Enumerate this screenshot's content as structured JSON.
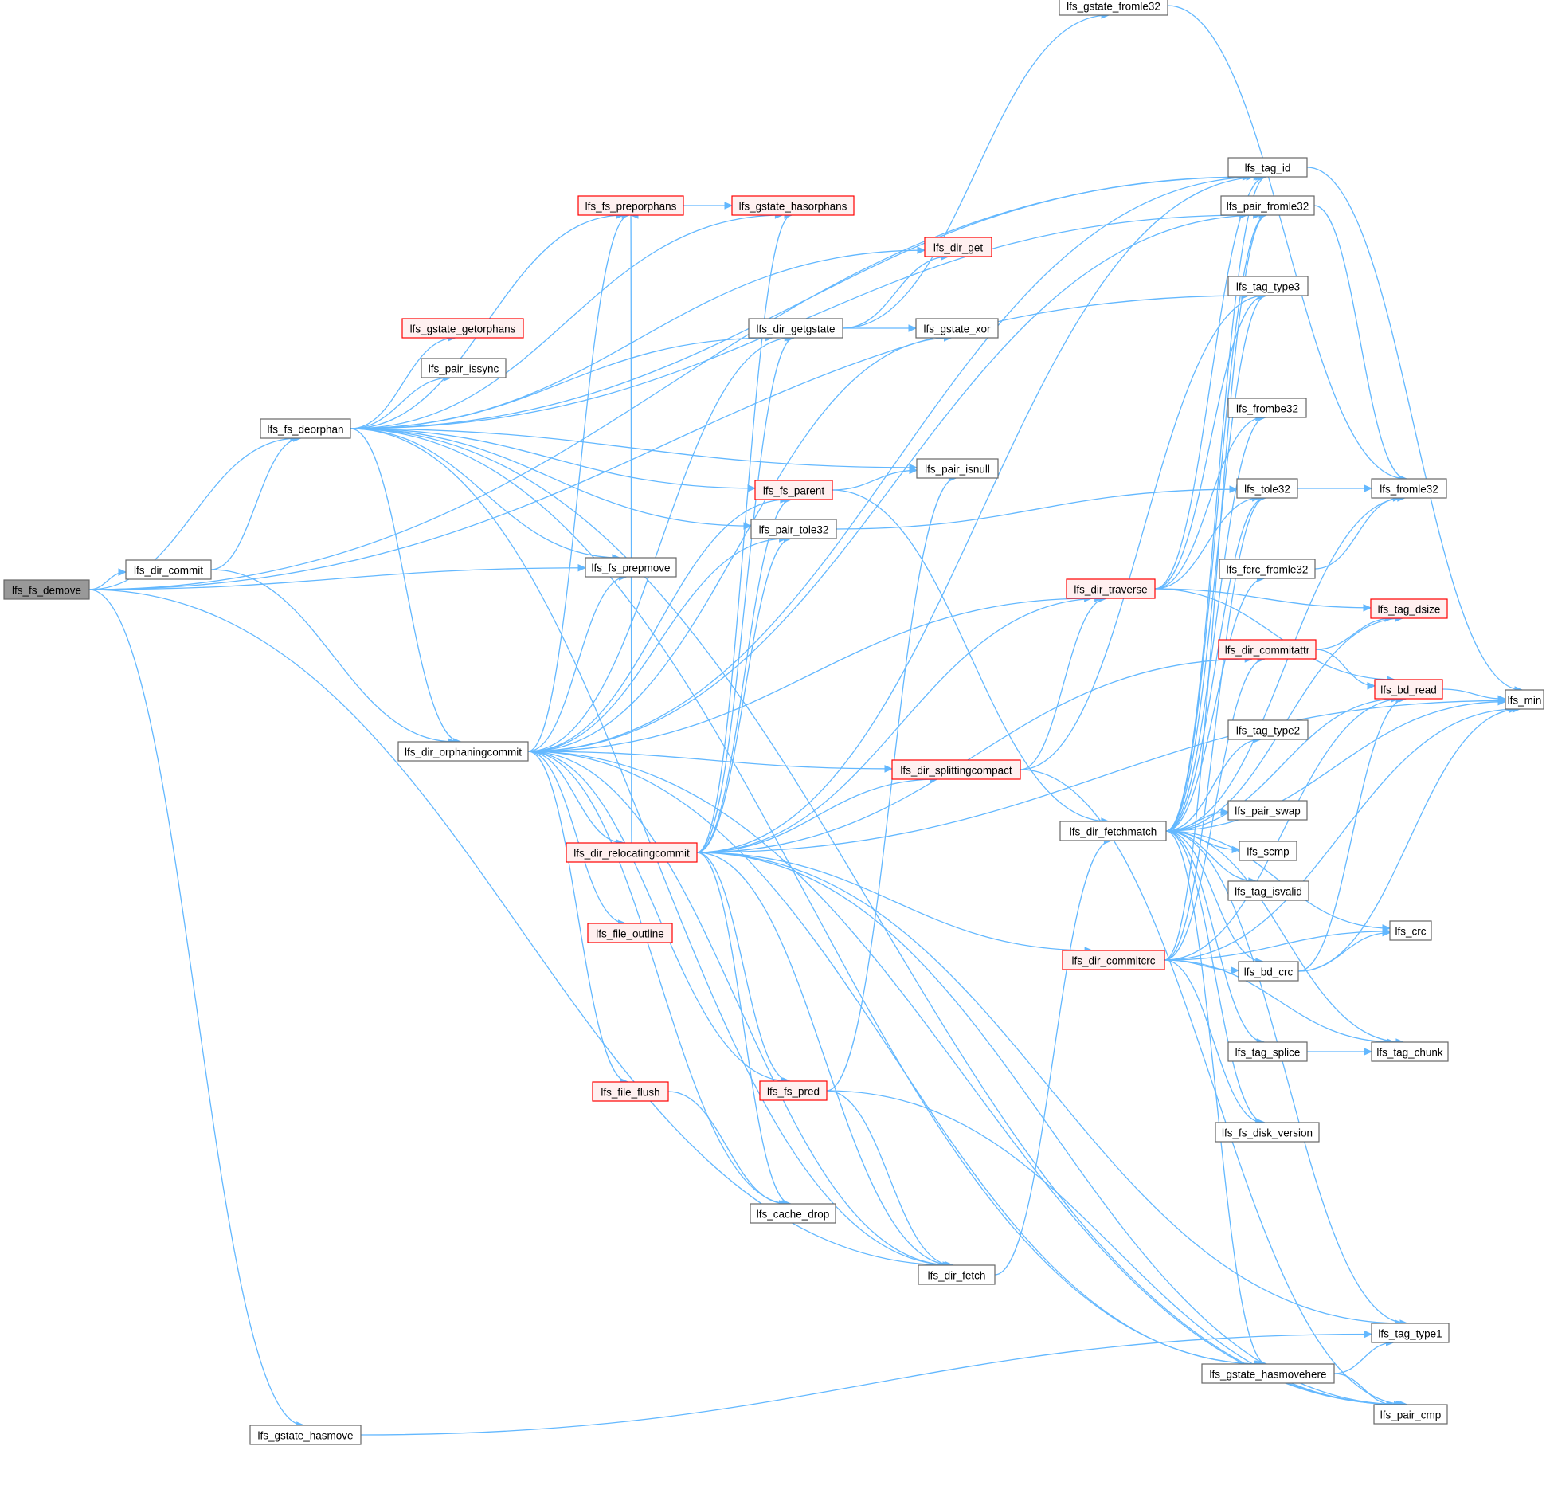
{
  "colors": {
    "edge": "#63b8ff",
    "node_border": "#666666",
    "node_border_incomplete": "#ff0000",
    "root_fill": "#999999"
  },
  "nodes": [
    {
      "id": "lfs_fs_demove",
      "label": "lfs_fs_demove",
      "style": "root"
    },
    {
      "id": "lfs_dir_commit",
      "label": "lfs_dir_commit",
      "style": "normal"
    },
    {
      "id": "lfs_fs_deorphan",
      "label": "lfs_fs_deorphan",
      "style": "normal"
    },
    {
      "id": "lfs_dir_orphaningcommit",
      "label": "lfs_dir_orphaningcommit",
      "style": "normal"
    },
    {
      "id": "lfs_gstate_hasmove",
      "label": "lfs_gstate_hasmove",
      "style": "normal"
    },
    {
      "id": "lfs_fs_preporphans",
      "label": "lfs_fs_preporphans",
      "style": "red"
    },
    {
      "id": "lfs_gstate_hasorphans",
      "label": "lfs_gstate_hasorphans",
      "style": "red"
    },
    {
      "id": "lfs_gstate_getorphans",
      "label": "lfs_gstate_getorphans",
      "style": "red"
    },
    {
      "id": "lfs_pair_issync",
      "label": "lfs_pair_issync",
      "style": "normal"
    },
    {
      "id": "lfs_fs_prepmove",
      "label": "lfs_fs_prepmove",
      "style": "normal"
    },
    {
      "id": "lfs_dir_getgstate",
      "label": "lfs_dir_getgstate",
      "style": "normal"
    },
    {
      "id": "lfs_fs_parent",
      "label": "lfs_fs_parent",
      "style": "red"
    },
    {
      "id": "lfs_pair_tole32",
      "label": "lfs_pair_tole32",
      "style": "normal"
    },
    {
      "id": "lfs_dir_relocatingcommit",
      "label": "lfs_dir_relocatingcommit",
      "style": "red"
    },
    {
      "id": "lfs_file_outline",
      "label": "lfs_file_outline",
      "style": "red"
    },
    {
      "id": "lfs_file_flush",
      "label": "lfs_file_flush",
      "style": "red"
    },
    {
      "id": "lfs_fs_pred",
      "label": "lfs_fs_pred",
      "style": "red"
    },
    {
      "id": "lfs_cache_drop",
      "label": "lfs_cache_drop",
      "style": "normal"
    },
    {
      "id": "lfs_gstate_fromle32",
      "label": "lfs_gstate_fromle32",
      "style": "normal"
    },
    {
      "id": "lfs_dir_get",
      "label": "lfs_dir_get",
      "style": "red"
    },
    {
      "id": "lfs_gstate_xor",
      "label": "lfs_gstate_xor",
      "style": "normal"
    },
    {
      "id": "lfs_pair_isnull",
      "label": "lfs_pair_isnull",
      "style": "normal"
    },
    {
      "id": "lfs_dir_traverse",
      "label": "lfs_dir_traverse",
      "style": "red"
    },
    {
      "id": "lfs_dir_splittingcompact",
      "label": "lfs_dir_splittingcompact",
      "style": "red"
    },
    {
      "id": "lfs_dir_fetchmatch",
      "label": "lfs_dir_fetchmatch",
      "style": "normal"
    },
    {
      "id": "lfs_dir_commitcrc",
      "label": "lfs_dir_commitcrc",
      "style": "red"
    },
    {
      "id": "lfs_dir_fetch",
      "label": "lfs_dir_fetch",
      "style": "normal"
    },
    {
      "id": "lfs_gstate_hasmovehere",
      "label": "lfs_gstate_hasmovehere",
      "style": "normal"
    },
    {
      "id": "lfs_tag_id",
      "label": "lfs_tag_id",
      "style": "normal"
    },
    {
      "id": "lfs_pair_fromle32",
      "label": "lfs_pair_fromle32",
      "style": "normal"
    },
    {
      "id": "lfs_tag_type3",
      "label": "lfs_tag_type3",
      "style": "normal"
    },
    {
      "id": "lfs_frombe32",
      "label": "lfs_frombe32",
      "style": "normal"
    },
    {
      "id": "lfs_tole32",
      "label": "lfs_tole32",
      "style": "normal"
    },
    {
      "id": "lfs_fcrc_fromle32",
      "label": "lfs_fcrc_fromle32",
      "style": "normal"
    },
    {
      "id": "lfs_dir_commitattr",
      "label": "lfs_dir_commitattr",
      "style": "red"
    },
    {
      "id": "lfs_tag_type2",
      "label": "lfs_tag_type2",
      "style": "normal"
    },
    {
      "id": "lfs_pair_swap",
      "label": "lfs_pair_swap",
      "style": "normal"
    },
    {
      "id": "lfs_scmp",
      "label": "lfs_scmp",
      "style": "normal"
    },
    {
      "id": "lfs_tag_isvalid",
      "label": "lfs_tag_isvalid",
      "style": "normal"
    },
    {
      "id": "lfs_bd_crc",
      "label": "lfs_bd_crc",
      "style": "normal"
    },
    {
      "id": "lfs_tag_splice",
      "label": "lfs_tag_splice",
      "style": "normal"
    },
    {
      "id": "lfs_fs_disk_version",
      "label": "lfs_fs_disk_version",
      "style": "normal"
    },
    {
      "id": "lfs_fromle32",
      "label": "lfs_fromle32",
      "style": "normal"
    },
    {
      "id": "lfs_tag_dsize",
      "label": "lfs_tag_dsize",
      "style": "red"
    },
    {
      "id": "lfs_bd_read",
      "label": "lfs_bd_read",
      "style": "red"
    },
    {
      "id": "lfs_crc",
      "label": "lfs_crc",
      "style": "normal"
    },
    {
      "id": "lfs_tag_chunk",
      "label": "lfs_tag_chunk",
      "style": "normal"
    },
    {
      "id": "lfs_tag_type1",
      "label": "lfs_tag_type1",
      "style": "normal"
    },
    {
      "id": "lfs_pair_cmp",
      "label": "lfs_pair_cmp",
      "style": "normal"
    },
    {
      "id": "lfs_min",
      "label": "lfs_min",
      "style": "normal"
    }
  ],
  "edges": [
    [
      "lfs_fs_demove",
      "lfs_dir_commit"
    ],
    [
      "lfs_fs_demove",
      "lfs_fs_deorphan"
    ],
    [
      "lfs_fs_demove",
      "lfs_fs_prepmove"
    ],
    [
      "lfs_fs_demove",
      "lfs_tag_id"
    ],
    [
      "lfs_fs_demove",
      "lfs_tag_type3"
    ],
    [
      "lfs_fs_demove",
      "lfs_dir_fetch"
    ],
    [
      "lfs_fs_demove",
      "lfs_gstate_hasmove"
    ],
    [
      "lfs_dir_commit",
      "lfs_fs_deorphan"
    ],
    [
      "lfs_dir_commit",
      "lfs_dir_orphaningcommit"
    ],
    [
      "lfs_fs_deorphan",
      "lfs_fs_preporphans"
    ],
    [
      "lfs_fs_deorphan",
      "lfs_gstate_hasorphans"
    ],
    [
      "lfs_fs_deorphan",
      "lfs_tag_id"
    ],
    [
      "lfs_fs_deorphan",
      "lfs_pair_fromle32"
    ],
    [
      "lfs_fs_deorphan",
      "lfs_dir_get"
    ],
    [
      "lfs_fs_deorphan",
      "lfs_gstate_getorphans"
    ],
    [
      "lfs_fs_deorphan",
      "lfs_pair_issync"
    ],
    [
      "lfs_fs_deorphan",
      "lfs_dir_getgstate"
    ],
    [
      "lfs_fs_deorphan",
      "lfs_pair_isnull"
    ],
    [
      "lfs_fs_deorphan",
      "lfs_fs_parent"
    ],
    [
      "lfs_fs_deorphan",
      "lfs_pair_tole32"
    ],
    [
      "lfs_fs_deorphan",
      "lfs_fs_prepmove"
    ],
    [
      "lfs_fs_deorphan",
      "lfs_dir_orphaningcommit"
    ],
    [
      "lfs_fs_deorphan",
      "lfs_dir_fetch"
    ],
    [
      "lfs_fs_deorphan",
      "lfs_gstate_hasmovehere"
    ],
    [
      "lfs_fs_deorphan",
      "lfs_pair_cmp"
    ],
    [
      "lfs_dir_orphaningcommit",
      "lfs_fs_preporphans"
    ],
    [
      "lfs_dir_orphaningcommit",
      "lfs_fs_prepmove"
    ],
    [
      "lfs_dir_orphaningcommit",
      "lfs_dir_getgstate"
    ],
    [
      "lfs_dir_orphaningcommit",
      "lfs_fs_parent"
    ],
    [
      "lfs_dir_orphaningcommit",
      "lfs_pair_tole32"
    ],
    [
      "lfs_dir_orphaningcommit",
      "lfs_tag_id"
    ],
    [
      "lfs_dir_orphaningcommit",
      "lfs_pair_fromle32"
    ],
    [
      "lfs_dir_orphaningcommit",
      "lfs_gstate_xor"
    ],
    [
      "lfs_dir_orphaningcommit",
      "lfs_dir_traverse"
    ],
    [
      "lfs_dir_orphaningcommit",
      "lfs_dir_splittingcompact"
    ],
    [
      "lfs_dir_orphaningcommit",
      "lfs_dir_relocatingcommit"
    ],
    [
      "lfs_dir_orphaningcommit",
      "lfs_file_outline"
    ],
    [
      "lfs_dir_orphaningcommit",
      "lfs_file_flush"
    ],
    [
      "lfs_dir_orphaningcommit",
      "lfs_fs_pred"
    ],
    [
      "lfs_dir_orphaningcommit",
      "lfs_cache_drop"
    ],
    [
      "lfs_dir_orphaningcommit",
      "lfs_dir_fetch"
    ],
    [
      "lfs_dir_orphaningcommit",
      "lfs_gstate_hasmovehere"
    ],
    [
      "lfs_dir_orphaningcommit",
      "lfs_pair_cmp"
    ],
    [
      "lfs_fs_preporphans",
      "lfs_gstate_hasorphans"
    ],
    [
      "lfs_dir_relocatingcommit",
      "lfs_fs_preporphans"
    ],
    [
      "lfs_dir_relocatingcommit",
      "lfs_gstate_hasorphans"
    ],
    [
      "lfs_dir_relocatingcommit",
      "lfs_dir_getgstate"
    ],
    [
      "lfs_dir_relocatingcommit",
      "lfs_fs_parent"
    ],
    [
      "lfs_dir_relocatingcommit",
      "lfs_pair_tole32"
    ],
    [
      "lfs_dir_relocatingcommit",
      "lfs_tag_id"
    ],
    [
      "lfs_dir_relocatingcommit",
      "lfs_dir_traverse"
    ],
    [
      "lfs_dir_relocatingcommit",
      "lfs_dir_splittingcompact"
    ],
    [
      "lfs_dir_relocatingcommit",
      "lfs_dir_commitattr"
    ],
    [
      "lfs_dir_relocatingcommit",
      "lfs_dir_commitcrc"
    ],
    [
      "lfs_dir_relocatingcommit",
      "lfs_fs_pred"
    ],
    [
      "lfs_dir_relocatingcommit",
      "lfs_cache_drop"
    ],
    [
      "lfs_dir_relocatingcommit",
      "lfs_dir_fetch"
    ],
    [
      "lfs_dir_relocatingcommit",
      "lfs_tag_type1"
    ],
    [
      "lfs_dir_relocatingcommit",
      "lfs_pair_cmp"
    ],
    [
      "lfs_dir_relocatingcommit",
      "lfs_min"
    ],
    [
      "lfs_dir_getgstate",
      "lfs_gstate_fromle32"
    ],
    [
      "lfs_dir_getgstate",
      "lfs_dir_get"
    ],
    [
      "lfs_dir_getgstate",
      "lfs_gstate_xor"
    ],
    [
      "lfs_fs_parent",
      "lfs_pair_isnull"
    ],
    [
      "lfs_fs_parent",
      "lfs_dir_fetchmatch"
    ],
    [
      "lfs_pair_tole32",
      "lfs_tole32"
    ],
    [
      "lfs_file_flush",
      "lfs_cache_drop"
    ],
    [
      "lfs_fs_pred",
      "lfs_pair_isnull"
    ],
    [
      "lfs_fs_pred",
      "lfs_dir_fetch"
    ],
    [
      "lfs_fs_pred",
      "lfs_pair_cmp"
    ],
    [
      "lfs_gstate_fromle32",
      "lfs_fromle32"
    ],
    [
      "lfs_dir_splittingcompact",
      "lfs_dir_traverse"
    ],
    [
      "lfs_dir_splittingcompact",
      "lfs_tag_type3"
    ],
    [
      "lfs_dir_splittingcompact",
      "lfs_pair_cmp"
    ],
    [
      "lfs_dir_traverse",
      "lfs_tag_id"
    ],
    [
      "lfs_dir_traverse",
      "lfs_tag_type3"
    ],
    [
      "lfs_dir_traverse",
      "lfs_frombe32"
    ],
    [
      "lfs_dir_traverse",
      "lfs_tag_dsize"
    ],
    [
      "lfs_dir_traverse",
      "lfs_bd_read"
    ],
    [
      "lfs_dir_traverse",
      "lfs_tole32"
    ],
    [
      "lfs_dir_fetch",
      "lfs_dir_fetchmatch"
    ],
    [
      "lfs_dir_fetchmatch",
      "lfs_tag_id"
    ],
    [
      "lfs_dir_fetchmatch",
      "lfs_pair_fromle32"
    ],
    [
      "lfs_dir_fetchmatch",
      "lfs_tag_type3"
    ],
    [
      "lfs_dir_fetchmatch",
      "lfs_frombe32"
    ],
    [
      "lfs_dir_fetchmatch",
      "lfs_tole32"
    ],
    [
      "lfs_dir_fetchmatch",
      "lfs_fromle32"
    ],
    [
      "lfs_dir_fetchmatch",
      "lfs_fcrc_fromle32"
    ],
    [
      "lfs_dir_fetchmatch",
      "lfs_tag_dsize"
    ],
    [
      "lfs_dir_fetchmatch",
      "lfs_bd_read"
    ],
    [
      "lfs_dir_fetchmatch",
      "lfs_tag_type2"
    ],
    [
      "lfs_dir_fetchmatch",
      "lfs_pair_swap"
    ],
    [
      "lfs_dir_fetchmatch",
      "lfs_scmp"
    ],
    [
      "lfs_dir_fetchmatch",
      "lfs_tag_isvalid"
    ],
    [
      "lfs_dir_fetchmatch",
      "lfs_crc"
    ],
    [
      "lfs_dir_fetchmatch",
      "lfs_bd_crc"
    ],
    [
      "lfs_dir_fetchmatch",
      "lfs_tag_splice"
    ],
    [
      "lfs_dir_fetchmatch",
      "lfs_tag_chunk"
    ],
    [
      "lfs_dir_fetchmatch",
      "lfs_fs_disk_version"
    ],
    [
      "lfs_dir_fetchmatch",
      "lfs_gstate_hasmovehere"
    ],
    [
      "lfs_dir_fetchmatch",
      "lfs_tag_type1"
    ],
    [
      "lfs_dir_fetchmatch",
      "lfs_min"
    ],
    [
      "lfs_dir_commitcrc",
      "lfs_tole32"
    ],
    [
      "lfs_dir_commitcrc",
      "lfs_dir_commitattr"
    ],
    [
      "lfs_dir_commitcrc",
      "lfs_bd_read"
    ],
    [
      "lfs_dir_commitcrc",
      "lfs_bd_crc"
    ],
    [
      "lfs_dir_commitcrc",
      "lfs_crc"
    ],
    [
      "lfs_dir_commitcrc",
      "lfs_tag_chunk"
    ],
    [
      "lfs_dir_commitcrc",
      "lfs_fs_disk_version"
    ],
    [
      "lfs_dir_commitcrc",
      "lfs_min"
    ],
    [
      "lfs_dir_commitcrc",
      "lfs_pair_fromle32"
    ],
    [
      "lfs_pair_fromle32",
      "lfs_fromle32"
    ],
    [
      "lfs_tole32",
      "lfs_fromle32"
    ],
    [
      "lfs_fcrc_fromle32",
      "lfs_fromle32"
    ],
    [
      "lfs_dir_commitattr",
      "lfs_tag_dsize"
    ],
    [
      "lfs_dir_commitattr",
      "lfs_bd_read"
    ],
    [
      "lfs_bd_crc",
      "lfs_bd_read"
    ],
    [
      "lfs_bd_crc",
      "lfs_crc"
    ],
    [
      "lfs_bd_crc",
      "lfs_min"
    ],
    [
      "lfs_bd_read",
      "lfs_min"
    ],
    [
      "lfs_tag_splice",
      "lfs_tag_chunk"
    ],
    [
      "lfs_gstate_hasmovehere",
      "lfs_tag_type1"
    ],
    [
      "lfs_gstate_hasmovehere",
      "lfs_pair_cmp"
    ],
    [
      "lfs_gstate_hasmove",
      "lfs_tag_type1"
    ],
    [
      "lfs_tag_id",
      "lfs_min"
    ]
  ]
}
